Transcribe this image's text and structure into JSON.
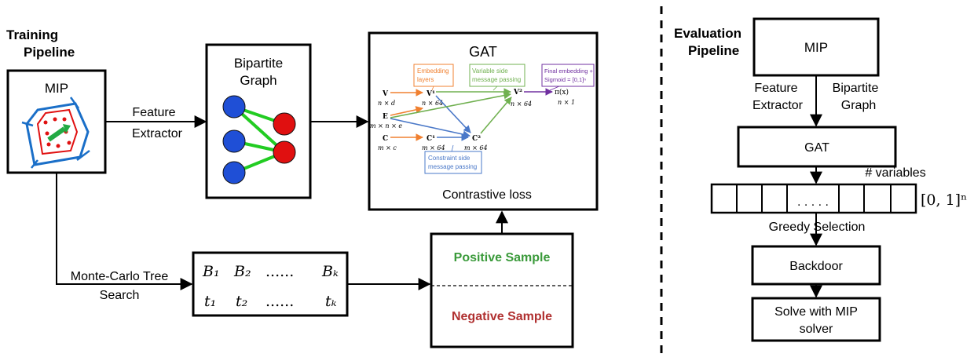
{
  "training": {
    "title_line1": "Training",
    "title_line2": "Pipeline",
    "mip_label": "MIP",
    "feature_extractor_line1": "Feature",
    "feature_extractor_line2": "Extractor",
    "bipartite_line1": "Bipartite",
    "bipartite_line2": "Graph",
    "mcts_line1": "Monte-Carlo Tree",
    "mcts_line2": "Search",
    "positive_sample": "Positive Sample",
    "negative_sample": "Negative Sample",
    "samples_row1": {
      "a": "B₁",
      "b": "B₂",
      "dots": "......",
      "c": "Bₖ"
    },
    "samples_row2": {
      "a": "t₁",
      "b": "t₂",
      "dots": "......",
      "c": "tₖ"
    }
  },
  "gat": {
    "title": "GAT",
    "loss": "Contrastive loss",
    "embedding_layers_line1": "Embedding",
    "embedding_layers_line2": "layers",
    "variable_side_line1": "Variable side",
    "variable_side_line2": "message passing",
    "final_embedding_line1": "Final embedding +",
    "final_embedding_line2": "Sigmoid = [0,1]ⁿ",
    "constraint_side_line1": "Constraint side",
    "constraint_side_line2": "message passing",
    "v": "V",
    "v_dim": "n × d",
    "e": "E",
    "e_dim": "m × n × e",
    "c": "C",
    "c_dim": "m × c",
    "v1": "V¹",
    "v1_dim": "n × 64",
    "c1": "C¹",
    "c1_dim": "m × 64",
    "c2": "C²",
    "c2_dim": "m × 64",
    "v2": "V²",
    "v2_dim": "n × 64",
    "pi": "π(x)",
    "pi_dim": "n × 1"
  },
  "evaluation": {
    "title_line1": "Evaluation",
    "title_line2": "Pipeline",
    "mip": "MIP",
    "feature_extractor_line1": "Feature",
    "feature_extractor_line2": "Extractor",
    "bipartite_line1": "Bipartite",
    "bipartite_line2": "Graph",
    "gat": "GAT",
    "num_variables": "# variables",
    "vector_dots": ". . . . .",
    "range": "[0, 1]ⁿ",
    "greedy_selection": "Greedy Selection",
    "backdoor": "Backdoor",
    "solve_line1": "Solve with MIP",
    "solve_line2": "solver"
  },
  "colors": {
    "positive": "#3a9a3a",
    "negative": "#b03030",
    "node_blue": "#1f4fd6",
    "node_red": "#e01010",
    "edge_green": "#22cc22",
    "orange": "#f08030",
    "green": "#70b050",
    "blue": "#4a78c8",
    "purple": "#7030a0"
  }
}
